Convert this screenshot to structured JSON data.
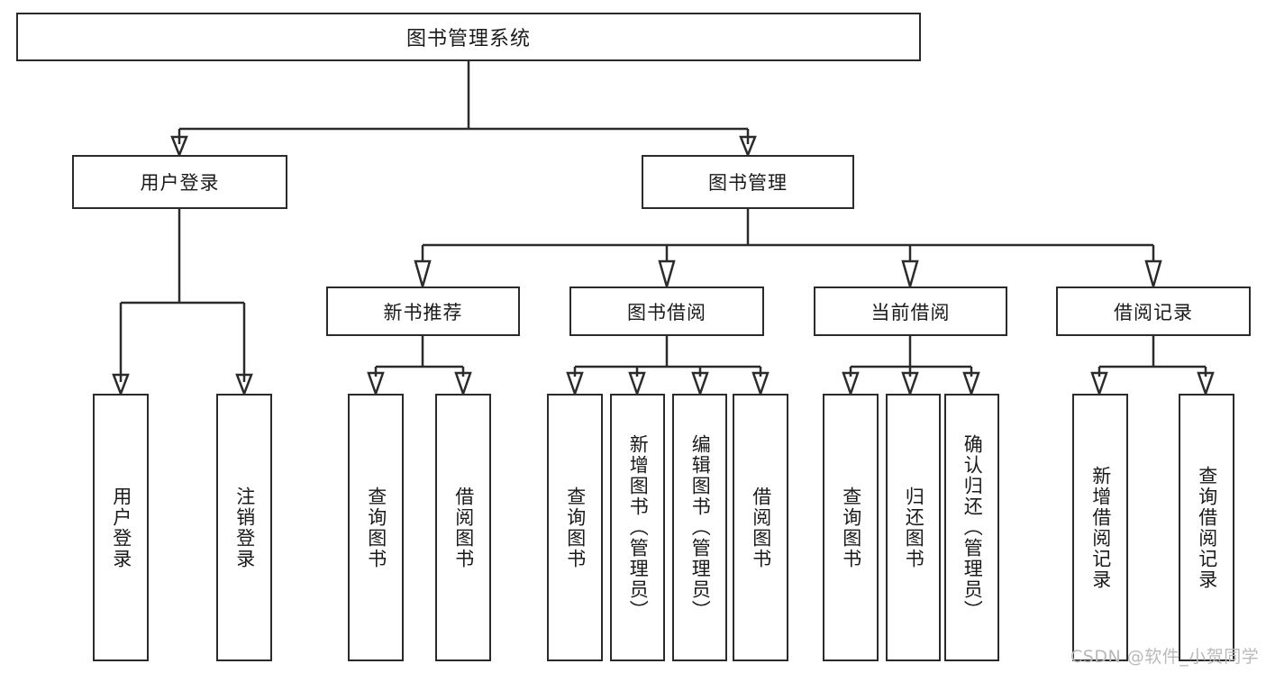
{
  "diagram": {
    "type": "tree-hierarchy",
    "title": "图书管理系统",
    "watermark": "CSDN @软件_小贺同学",
    "colors": {
      "stroke": "#2b2b2b",
      "fill": "#ffffff",
      "text": "#1a1a1a",
      "watermark": "#b9b9b9"
    },
    "nodes": {
      "root": {
        "label": "图书管理系统"
      },
      "level1": [
        {
          "label": "用户登录"
        },
        {
          "label": "图书管理"
        }
      ],
      "level2": [
        {
          "label": "新书推荐"
        },
        {
          "label": "图书借阅"
        },
        {
          "label": "当前借阅"
        },
        {
          "label": "借阅记录"
        }
      ],
      "leaves": {
        "user_login": [
          {
            "label": "用户登录"
          },
          {
            "label": "注销登录"
          }
        ],
        "new_book": [
          {
            "label": "查询图书"
          },
          {
            "label": "借阅图书"
          }
        ],
        "borrow_book": [
          {
            "label": "查询图书"
          },
          {
            "label": "新增图书（管理员）"
          },
          {
            "label": "编辑图书（管理员）"
          },
          {
            "label": "借阅图书"
          }
        ],
        "current_borrow": [
          {
            "label": "查询图书"
          },
          {
            "label": "归还图书"
          },
          {
            "label": "确认归还（管理员）"
          }
        ],
        "borrow_record": [
          {
            "label": "新增借阅记录"
          },
          {
            "label": "查询借阅记录"
          }
        ]
      }
    }
  }
}
